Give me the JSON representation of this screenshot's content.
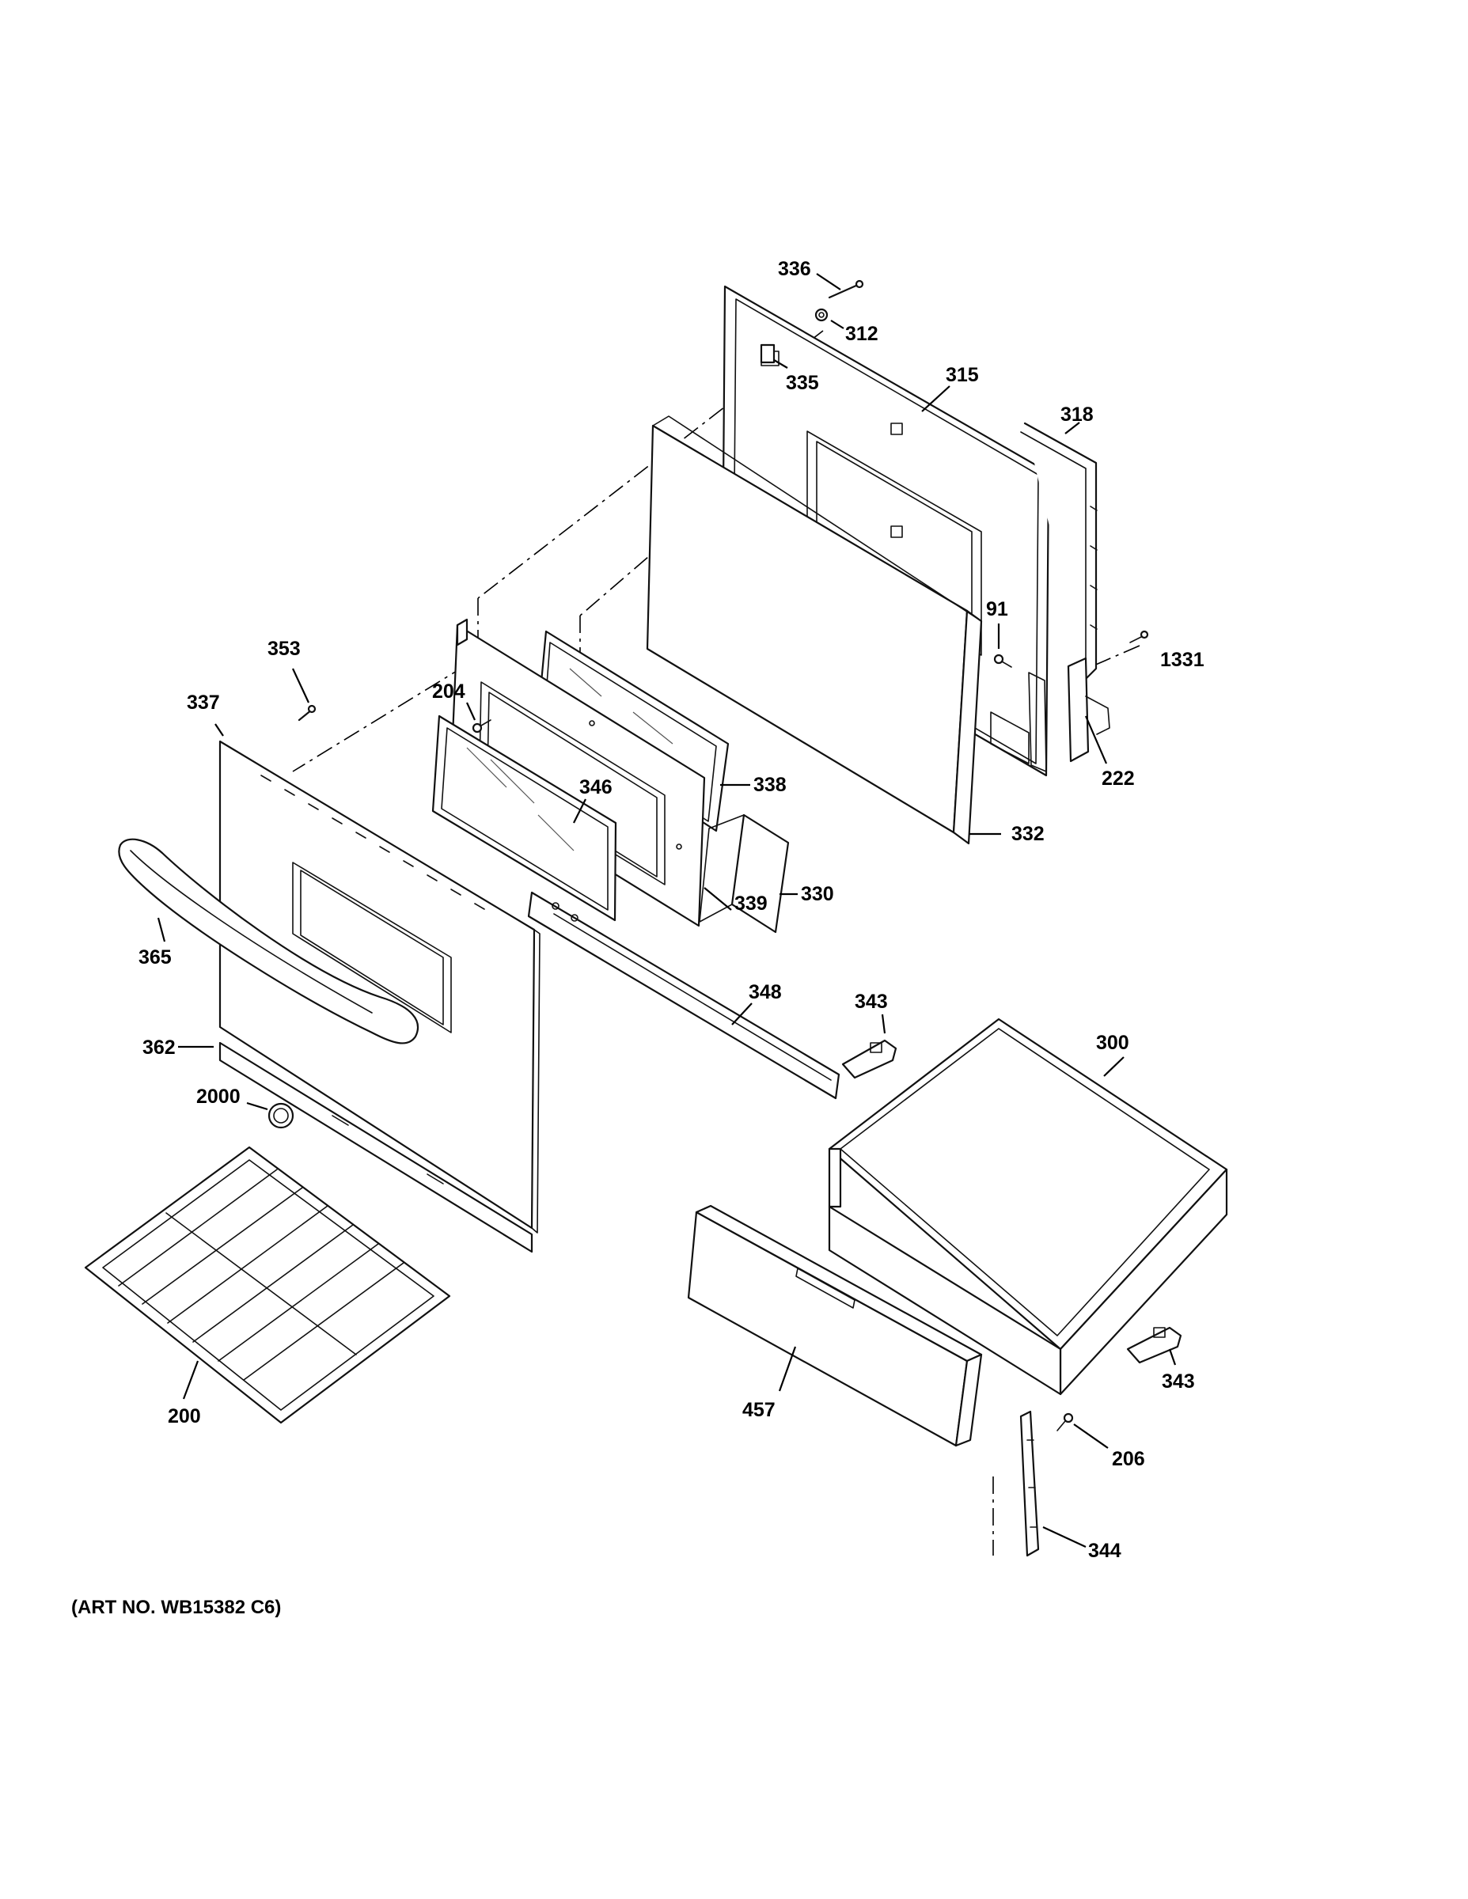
{
  "art_number": "(ART NO. WB15382 C6)",
  "callouts": {
    "c336": "336",
    "c312": "312",
    "c335": "335",
    "c315": "315",
    "c318": "318",
    "c91": "91",
    "c1331": "1331",
    "c222": "222",
    "c353": "353",
    "c337": "337",
    "c204": "204",
    "c346": "346",
    "c338": "338",
    "c332": "332",
    "c330": "330",
    "c339": "339",
    "c365": "365",
    "c348": "348",
    "c343_upper": "343",
    "c300": "300",
    "c362": "362",
    "c2000": "2000",
    "c200": "200",
    "c457": "457",
    "c343_lower": "343",
    "c206": "206",
    "c344": "344"
  }
}
